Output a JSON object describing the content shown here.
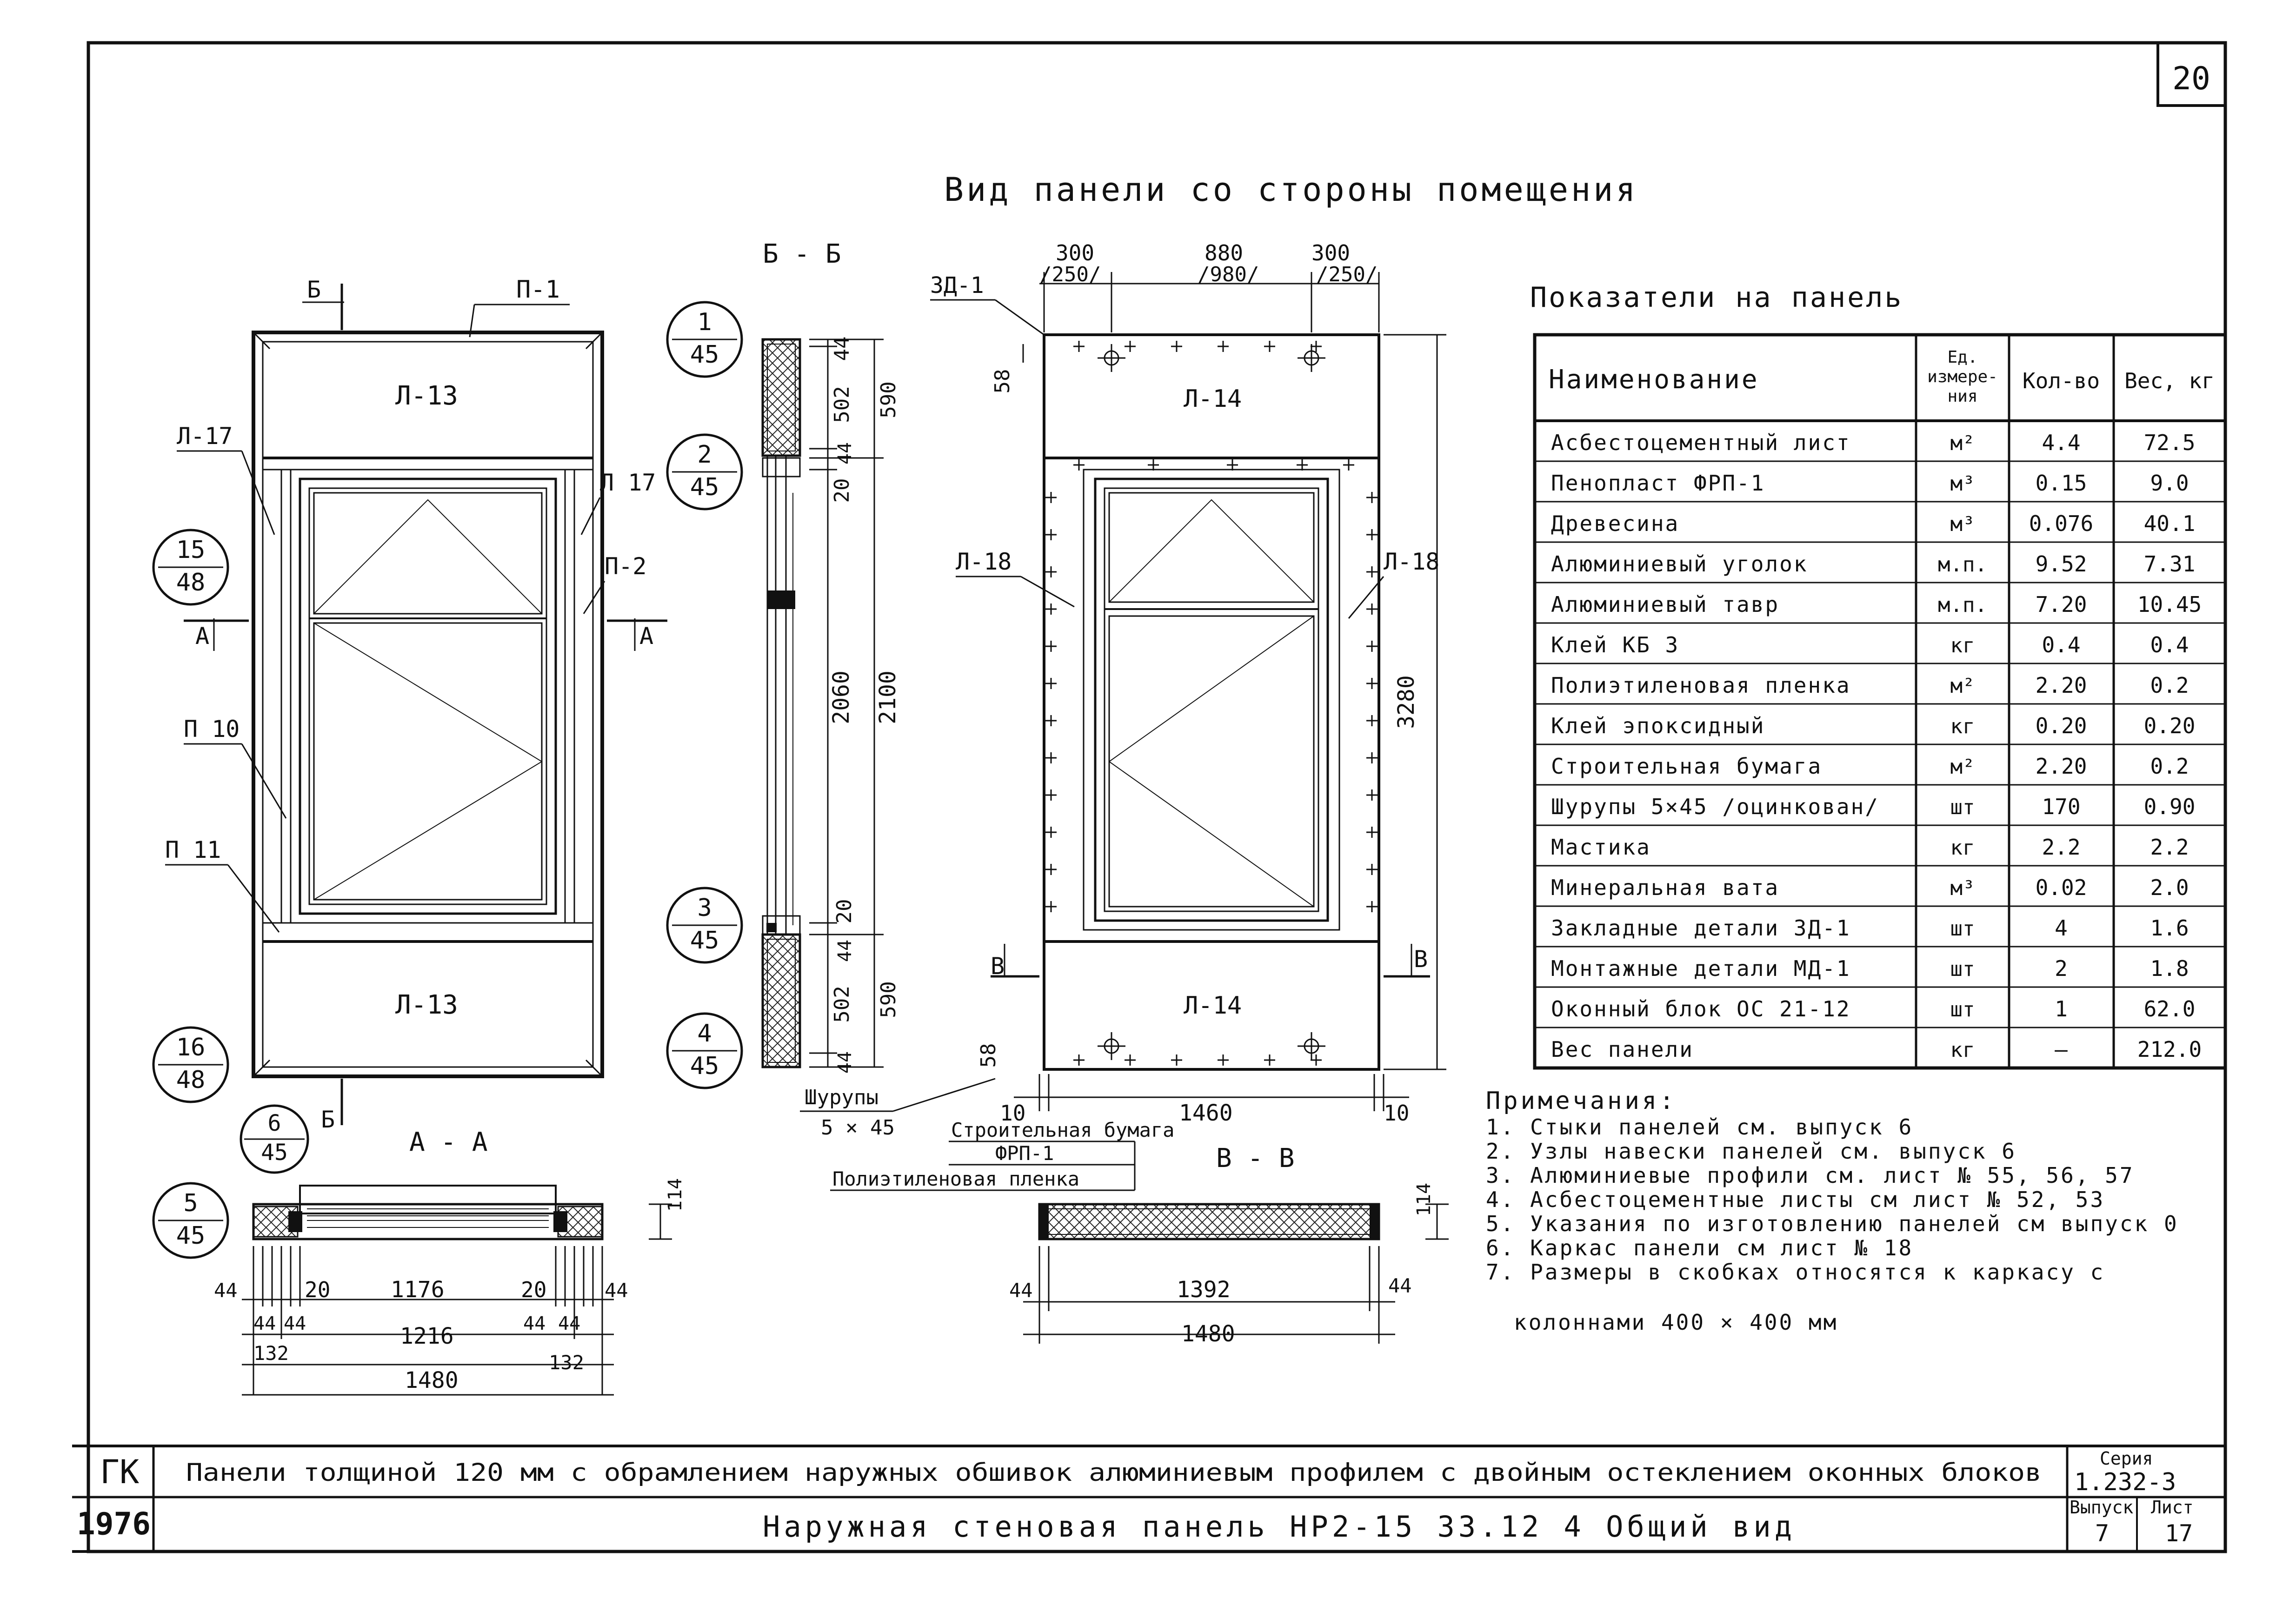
{
  "sheet": {
    "sheet_number": "20",
    "title": "Вид панели со стороны помещения",
    "table_title": "Показатели на панель"
  },
  "table": {
    "headers": [
      "Наименование",
      "Ед. измере- ния",
      "Кол-во",
      "Вес, кг"
    ],
    "rows": [
      [
        "Асбестоцементный лист",
        "м²",
        "4.4",
        "72.5"
      ],
      [
        "Пенопласт ФРП-1",
        "м³",
        "0.15",
        "9.0"
      ],
      [
        "Древесина",
        "м³",
        "0.076",
        "40.1"
      ],
      [
        "Алюминиевый уголок",
        "м.п.",
        "9.52",
        "7.31"
      ],
      [
        "Алюминиевый тавр",
        "м.п.",
        "7.20",
        "10.45"
      ],
      [
        "Клей КБ 3",
        "кг",
        "0.4",
        "0.4"
      ],
      [
        "Полиэтиленовая пленка",
        "м²",
        "2.20",
        "0.2"
      ],
      [
        "Клей эпоксидный",
        "кг",
        "0.20",
        "0.20"
      ],
      [
        "Строительная бумага",
        "м²",
        "2.20",
        "0.2"
      ],
      [
        "Шурупы 5×45 /оцинкован/",
        "шт",
        "170",
        "0.90"
      ],
      [
        "Мастика",
        "кг",
        "2.2",
        "2.2"
      ],
      [
        "Минеральная вата",
        "м³",
        "0.02",
        "2.0"
      ],
      [
        "Закладные детали ЗД-1",
        "шт",
        "4",
        "1.6"
      ],
      [
        "Монтажные детали МД-1",
        "шт",
        "2",
        "1.8"
      ],
      [
        "Оконный блок ОС 21-12",
        "шт",
        "1",
        "62.0"
      ],
      [
        "Вес панели",
        "кг",
        "—",
        "212.0"
      ]
    ]
  },
  "notes": {
    "heading": "Примечания:",
    "items": [
      "1. Стыки панелей см. выпуск 6",
      "2. Узлы навески панелей см. выпуск 6",
      "3. Алюминиевые профили см. лист № 55, 56, 57",
      "4. Асбестоцементные листы см лист № 52, 53",
      "5. Указания по изготовлению панелей см выпуск 0",
      "6. Каркас панели см лист № 18",
      "7. Размеры в скобках относятся к каркасу с",
      "колоннами 400 × 400 мм"
    ]
  },
  "left_view": {
    "labels": {
      "p1": "П-1",
      "l13_top": "Л-13",
      "l13_bottom": "Л-13",
      "l17_left": "Л-17",
      "l17_right": "Л 17",
      "p2": "П-2",
      "p10": "П 10",
      "p11": "П 11",
      "cut_b_top": "Б",
      "cut_b_bottom": "Б",
      "cut_a_left": "А",
      "cut_a_right": "А"
    },
    "callouts": [
      {
        "top": "15",
        "bottom": "48"
      },
      {
        "top": "16",
        "bottom": "48"
      },
      {
        "top": "6",
        "bottom": "45"
      },
      {
        "top": "5",
        "bottom": "45"
      }
    ]
  },
  "section_bb": {
    "title": "Б - Б",
    "callouts": [
      {
        "top": "1",
        "bottom": "45"
      },
      {
        "top": "2",
        "bottom": "45"
      },
      {
        "top": "3",
        "bottom": "45"
      },
      {
        "top": "4",
        "bottom": "45"
      }
    ],
    "dims": [
      "44",
      "502",
      "590",
      "44",
      "20",
      "2060",
      "2100",
      "20",
      "44",
      "502",
      "590",
      "44"
    ],
    "screws": "Шурупы",
    "screws_size": "5 × 45"
  },
  "right_view": {
    "labels": {
      "zd": "ЗД-1",
      "l14_top": "Л-14",
      "l14_bottom": "Л-14",
      "l18_left": "Л-18",
      "l18_right": "Л-18",
      "cut_v_left": "В",
      "cut_v_right": "В"
    },
    "top_dims": [
      "300",
      "/250/",
      "880",
      "/980/",
      "300",
      "/250/"
    ],
    "dim_58_top": "58",
    "dim_58_bottom": "58",
    "dim_3280": "3280",
    "bottom_dims": [
      "10",
      "1460",
      "10"
    ]
  },
  "layers": {
    "paper": "Строительная бумага",
    "frp": "ФРП-1",
    "film": "Полиэтиленовая пленка"
  },
  "section_aa": {
    "title": "А - А",
    "dim_right": "114",
    "dims_row1": [
      "44",
      "20",
      "1176",
      "20",
      "44"
    ],
    "dims_row2": [
      "44",
      "44",
      "1216",
      "44",
      "44"
    ],
    "dims_row3": [
      "132",
      "132"
    ],
    "total": "1480"
  },
  "section_vv": {
    "title": "В - В",
    "dim_right": "114",
    "dims": [
      "44",
      "1392",
      "44"
    ],
    "total": "1480"
  },
  "title_block": {
    "org": "ГК",
    "year": "1976",
    "line1": "Панели толщиной 120 мм с обрамлением наружных обшивок алюминиевым профилем с двойным остеклением оконных блоков",
    "line2": "Наружная стеновая панель НР2-15 33.12 4 Общий вид",
    "series_label": "Серия",
    "series": "1.232-3",
    "issue_label": "Выпуск",
    "issue": "7",
    "sheet_label": "Лист",
    "sheet": "17"
  }
}
